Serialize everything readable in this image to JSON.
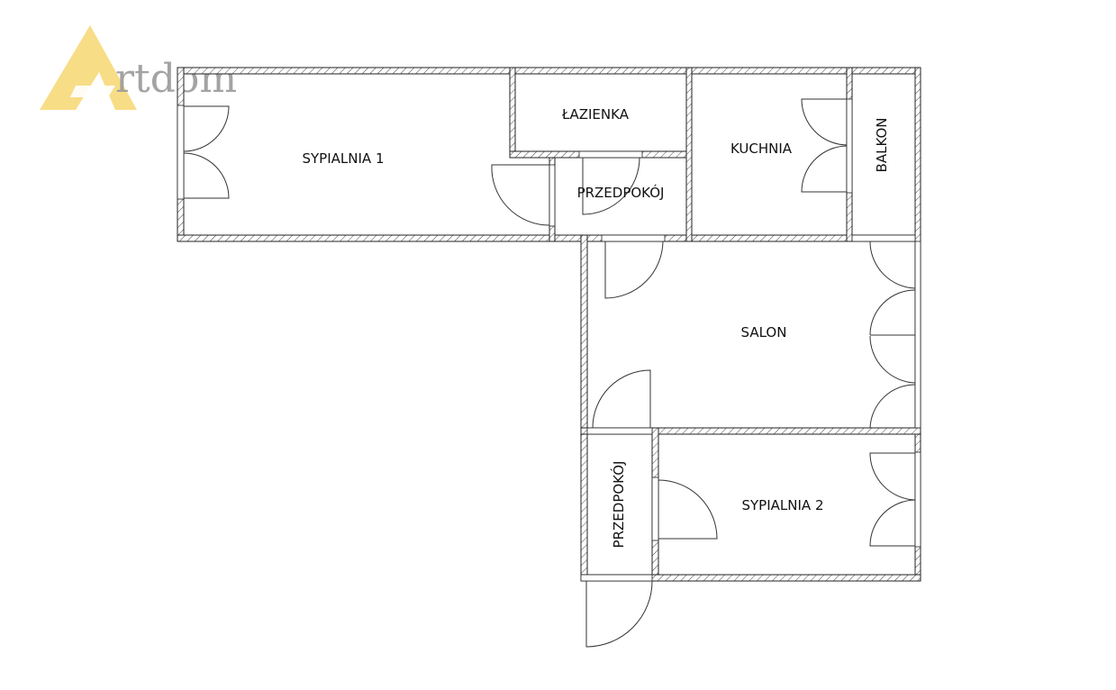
{
  "logo": {
    "text": "Artdom",
    "accent_color": "#f7d97a",
    "text_color": "#9a9a9a"
  },
  "rooms": {
    "sypialnia1": "SYPIALNIA 1",
    "lazienka": "ŁAZIENKA",
    "przedpokoj1": "PRZEDPOKÓJ",
    "kuchnia": "KUCHNIA",
    "balkon": "BALKON",
    "salon": "SALON",
    "przedpokoj2": "PRZEDPOKÓJ",
    "sypialnia2": "SYPIALNIA 2"
  }
}
